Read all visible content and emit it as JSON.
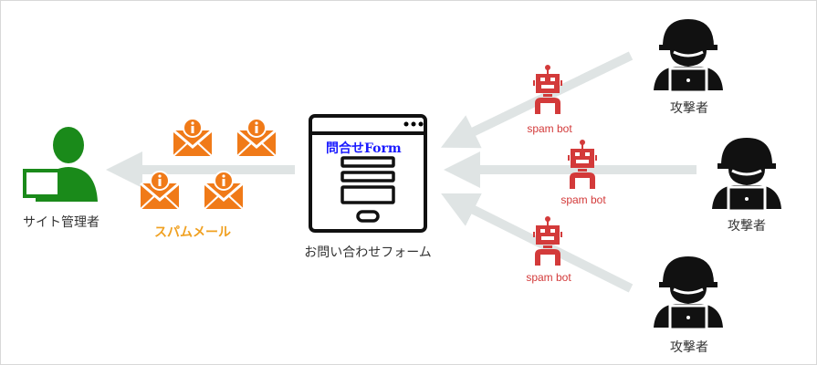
{
  "admin": {
    "label": "サイト管理者"
  },
  "spam_mail": {
    "label": "スパムメール"
  },
  "form": {
    "title": "問合せForm",
    "label": "お問い合わせフォーム"
  },
  "bots": [
    {
      "label": "spam bot"
    },
    {
      "label": "spam bot"
    },
    {
      "label": "spam bot"
    }
  ],
  "attackers": [
    {
      "label": "攻撃者"
    },
    {
      "label": "攻撃者"
    },
    {
      "label": "攻撃者"
    }
  ],
  "colors": {
    "arrow": "#dfe4e4",
    "bot": "#d33a3a",
    "mail": "#f07a18",
    "admin": "#1a8a1a",
    "form_title": "#1a1aff"
  }
}
